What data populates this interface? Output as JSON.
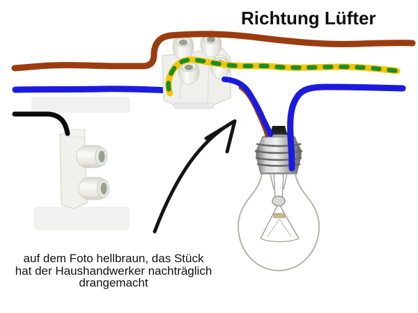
{
  "title": "Richtung Lüfter",
  "annotation": {
    "lines": [
      "auf dem Foto hellbraun, das Stück",
      "hat der Haushandwerker nachträglich",
      "drangemacht"
    ]
  },
  "colors": {
    "wire_live_brown": "#9b3c10",
    "wire_neutral_blue": "#1b1be0",
    "ground_yellow": "#f6c400",
    "ground_green_dots": "#1e8e22",
    "spare_wire_black": "#0a0a0a",
    "arrow_black": "#141414",
    "title_text": "#0c0c0c",
    "background": "#ffffff"
  },
  "components": {
    "main_terminal_block": "2-pole screw terminal block",
    "spare_terminal_block": "small spare terminal block with black wire",
    "light_bulb": "clear incandescent bulb with screw base",
    "arrow": "hand-drawn arrow annotation"
  }
}
